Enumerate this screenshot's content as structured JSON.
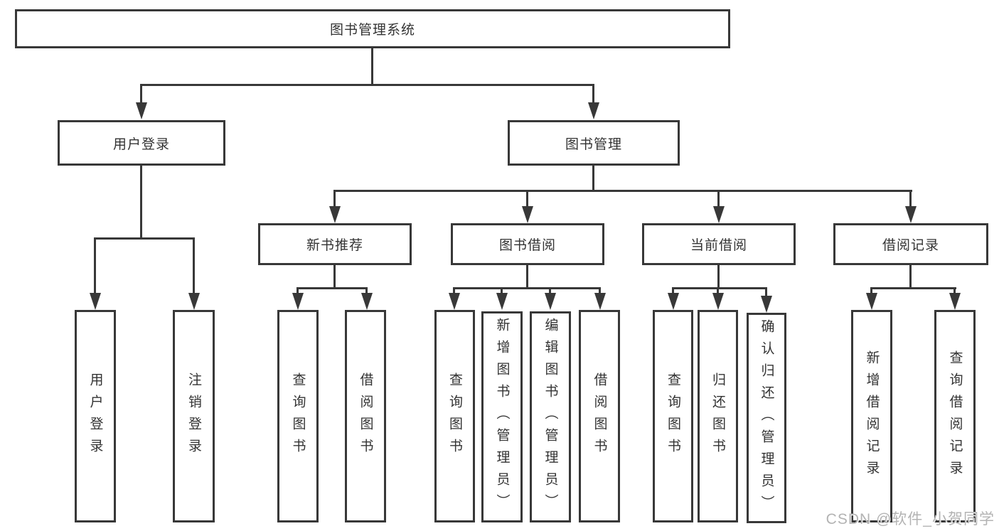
{
  "diagram": {
    "root": {
      "label": "图书管理系统",
      "children": [
        {
          "label": "用户登录",
          "children": [
            {
              "label": "用户登录"
            },
            {
              "label": "注销登录"
            }
          ]
        },
        {
          "label": "图书管理",
          "children": [
            {
              "label": "新书推荐",
              "children": [
                {
                  "label": "查询图书"
                },
                {
                  "label": "借阅图书"
                }
              ]
            },
            {
              "label": "图书借阅",
              "children": [
                {
                  "label": "查询图书"
                },
                {
                  "label": "新增图书（管理员）"
                },
                {
                  "label": "编辑图书（管理员）"
                },
                {
                  "label": "借阅图书"
                }
              ]
            },
            {
              "label": "当前借阅",
              "children": [
                {
                  "label": "查询图书"
                },
                {
                  "label": "归还图书"
                },
                {
                  "label": "确认归还（管理员）"
                }
              ]
            },
            {
              "label": "借阅记录",
              "children": [
                {
                  "label": "新增借阅记录"
                },
                {
                  "label": "查询借阅记录"
                }
              ]
            }
          ]
        }
      ]
    }
  },
  "watermark": {
    "text": "CSDN @软件_小贺同学"
  },
  "colors": {
    "line": "#383838",
    "text": "#333333",
    "background": "#ffffff",
    "watermark": "#b3b3b3"
  }
}
